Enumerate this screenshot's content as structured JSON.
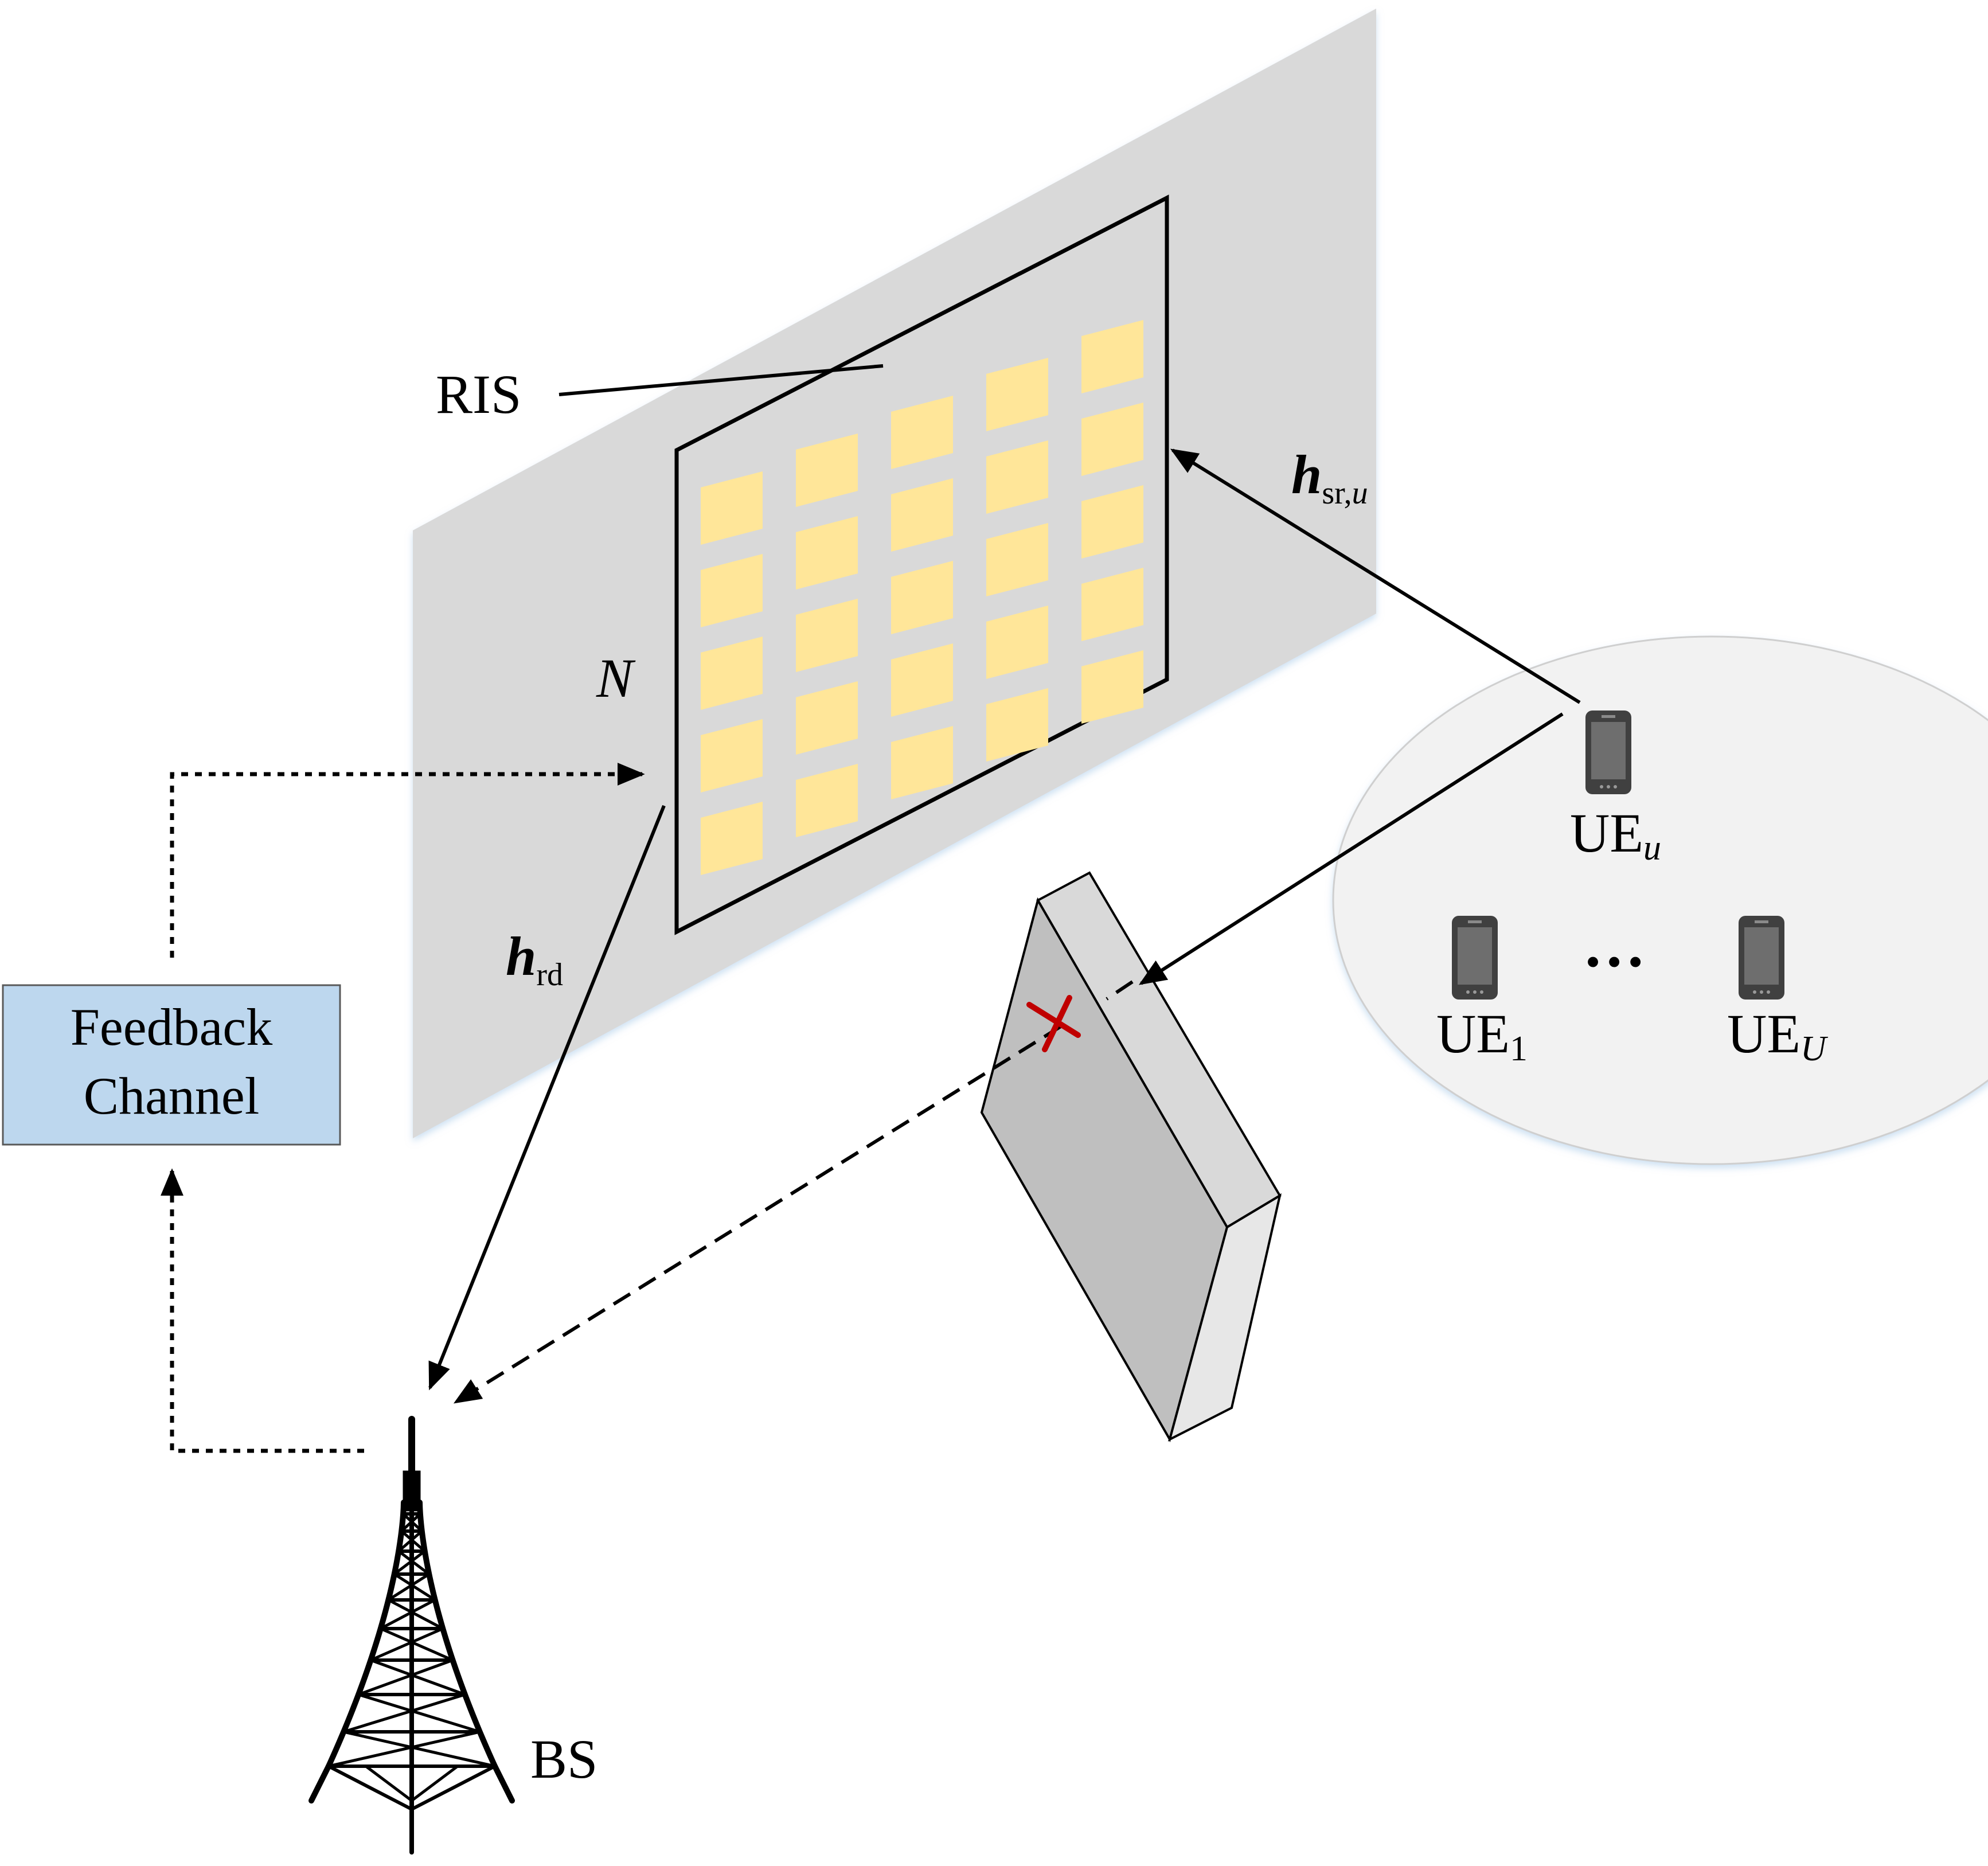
{
  "labels": {
    "ris": "RIS",
    "n": "N",
    "h_sr_main": "h",
    "h_sr_sub": "sr,",
    "h_sr_sub_u": "u",
    "h_rd_main": "h",
    "h_rd_sub": "rd",
    "feedback_line1": "Feedback",
    "feedback_line2": "Channel",
    "ue_u_main": "UE",
    "ue_u_sub": "u",
    "ue_1_main": "UE",
    "ue_1_sub": "1",
    "ue_U_main": "UE",
    "ue_U_sub": "U",
    "ellipsis": "…",
    "bs": "BS"
  },
  "colors": {
    "wall": "#d9d9d9",
    "ris_element": "#ffe699",
    "feedback_box": "#bdd7ee",
    "ue_area": "#f2f2f2",
    "obstacle_front": "#bfbfbf",
    "obstacle_side": "#e7e7e7",
    "obstacle_top": "#d9d9d9",
    "blocked_mark": "#c00000",
    "line": "#000000"
  },
  "icons": {
    "ue": "smartphone-icon",
    "bs": "antenna-tower-icon",
    "blocked": "x-mark-icon"
  }
}
